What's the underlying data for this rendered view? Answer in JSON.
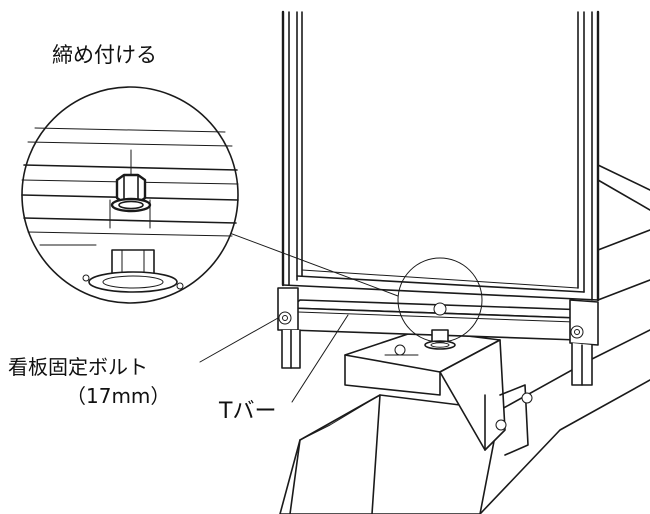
{
  "labels": {
    "tighten": "締め付ける",
    "sign_fixing_bolt": "看板固定ボルト",
    "bolt_size": "（17mm）",
    "t_bar": "Tバー"
  },
  "colors": {
    "line": "#1a1a1a",
    "background": "#ffffff"
  }
}
